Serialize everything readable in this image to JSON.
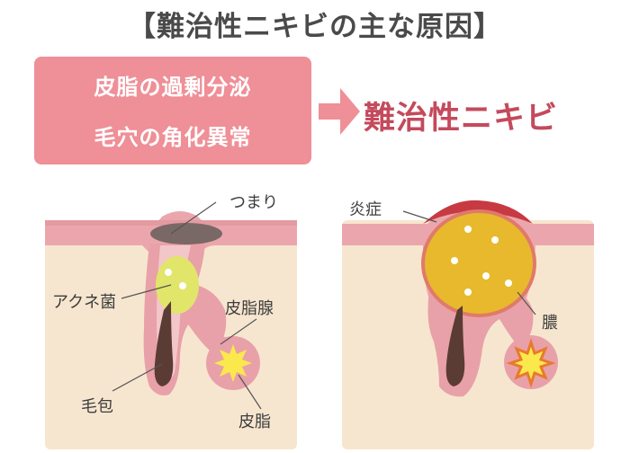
{
  "title": "【難治性ニキビの主な原因】",
  "causes": {
    "line1": "皮脂の過剰分泌",
    "line2": "毛穴の角化異常"
  },
  "result": "難治性ニキビ",
  "left_diagram": {
    "labels": {
      "plug": "つまり",
      "bacteria": "アクネ菌",
      "sebaceous_gland": "皮脂腺",
      "follicle": "毛包",
      "sebum": "皮脂"
    }
  },
  "right_diagram": {
    "labels": {
      "inflammation": "炎症",
      "pus": "膿"
    }
  },
  "colors": {
    "title_text": "#4a4a4a",
    "cause_box": "#ef8f97",
    "result_text": "#c44a5c",
    "skin_top": "#eba6ad",
    "skin_body": "#f7e6cf",
    "follicle": "#e8a1a8",
    "pus": "#e8b92c",
    "hair": "#5a3c34",
    "sebum": "#fbe84d",
    "plug": "#7a6866",
    "inflamed": "#c73a42"
  }
}
